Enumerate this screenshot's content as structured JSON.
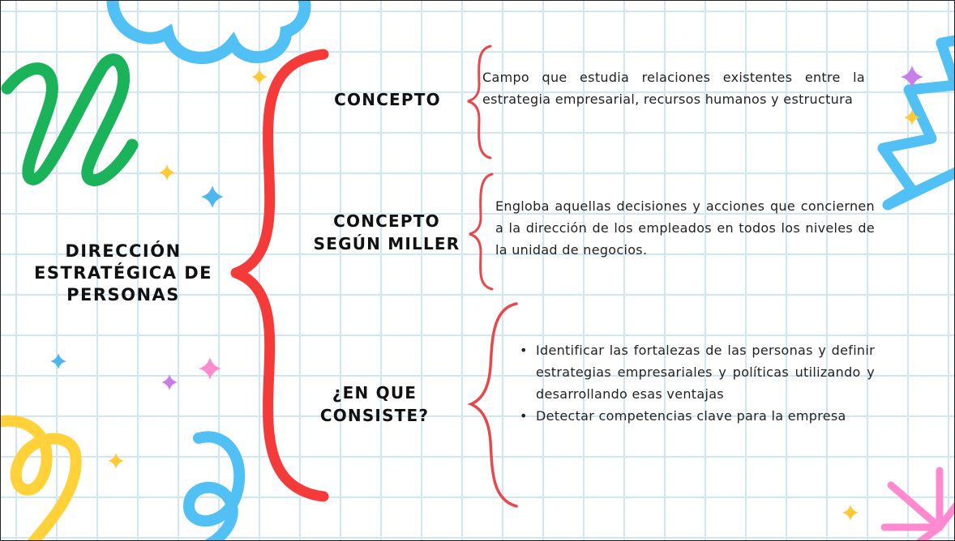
{
  "title": "DIRECCIÓN ESTRATÉGICA DE PERSONAS",
  "sections": [
    {
      "heading": "CONCEPTO",
      "text": "Campo que estudia relaciones existentes entre la estrategia empresarial, recursos humanos y estructura"
    },
    {
      "heading": "CONCEPTO SEGÚN MILLER",
      "text": "Engloba aquellas decisiones y acciones que conciernen a la dirección de los empleados en todos los niveles de la unidad de negocios."
    },
    {
      "heading": "¿EN QUE CONSISTE?",
      "bullets": [
        "Identificar las fortalezas de las personas y definir estrategias empresariales y políticas utilizando y desarrollando esas ventajas",
        "Detectar competencias clave para la empresa"
      ]
    }
  ],
  "colors": {
    "brace": "#f53a3a",
    "small_brace": "#e8474b",
    "grid": "#cfe6f6",
    "blue": "#50c0f5",
    "green": "#1bb35a",
    "yellow": "#ffd23a",
    "pink": "#ff8ad0",
    "purple": "#c87ee6",
    "star_yellow": "#ffc935",
    "star_blue": "#4eb8ee"
  }
}
